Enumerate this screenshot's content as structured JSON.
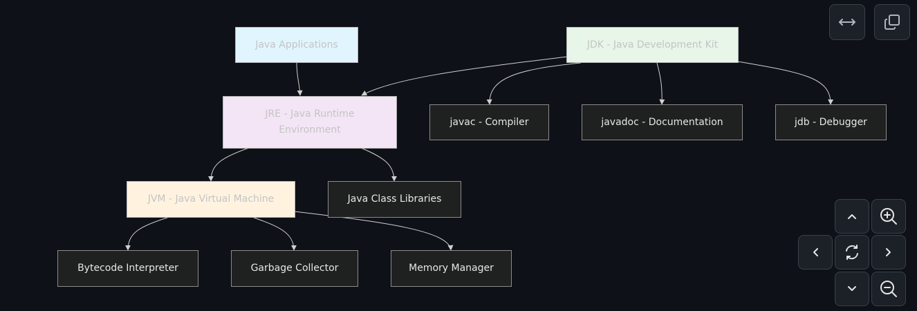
{
  "diagram": {
    "nodes": {
      "java_apps": "Java Applications",
      "jdk": "JDK - Java Development Kit",
      "jre": "JRE - Java Runtime Environment",
      "javac": "javac - Compiler",
      "javadoc": "javadoc - Documentation",
      "jdb": "jdb - Debugger",
      "jvm": "JVM - Java Virtual Machine",
      "class_libs": "Java Class Libraries",
      "interpreter": "Bytecode Interpreter",
      "gc": "Garbage Collector",
      "memory": "Memory Manager"
    },
    "edges": [
      {
        "from": "Java Applications",
        "to": "JRE - Java Runtime Environment"
      },
      {
        "from": "JDK - Java Development Kit",
        "to": "JRE - Java Runtime Environment"
      },
      {
        "from": "JDK - Java Development Kit",
        "to": "javac - Compiler"
      },
      {
        "from": "JDK - Java Development Kit",
        "to": "javadoc - Documentation"
      },
      {
        "from": "JDK - Java Development Kit",
        "to": "jdb - Debugger"
      },
      {
        "from": "JRE - Java Runtime Environment",
        "to": "JVM - Java Virtual Machine"
      },
      {
        "from": "JRE - Java Runtime Environment",
        "to": "Java Class Libraries"
      },
      {
        "from": "JVM - Java Virtual Machine",
        "to": "Bytecode Interpreter"
      },
      {
        "from": "JVM - Java Virtual Machine",
        "to": "Garbage Collector"
      },
      {
        "from": "JVM - Java Virtual Machine",
        "to": "Memory Manager"
      }
    ],
    "colors": {
      "background": "#0e1117",
      "java_apps_fill": "#e1f5fe",
      "jdk_fill": "#e8f5e9",
      "jre_fill": "#f3e5f5",
      "jvm_fill": "#fff3e0",
      "dark_node_fill": "#1f2020",
      "edge": "#d0d0d0"
    }
  },
  "toolbar": {
    "fit_width_icon": "arrows-horizontal-icon",
    "copy_icon": "copy-icon",
    "pan_up_icon": "chevron-up-icon",
    "pan_down_icon": "chevron-down-icon",
    "pan_left_icon": "chevron-left-icon",
    "pan_right_icon": "chevron-right-icon",
    "reset_icon": "refresh-icon",
    "zoom_in_icon": "zoom-in-icon",
    "zoom_out_icon": "zoom-out-icon"
  }
}
